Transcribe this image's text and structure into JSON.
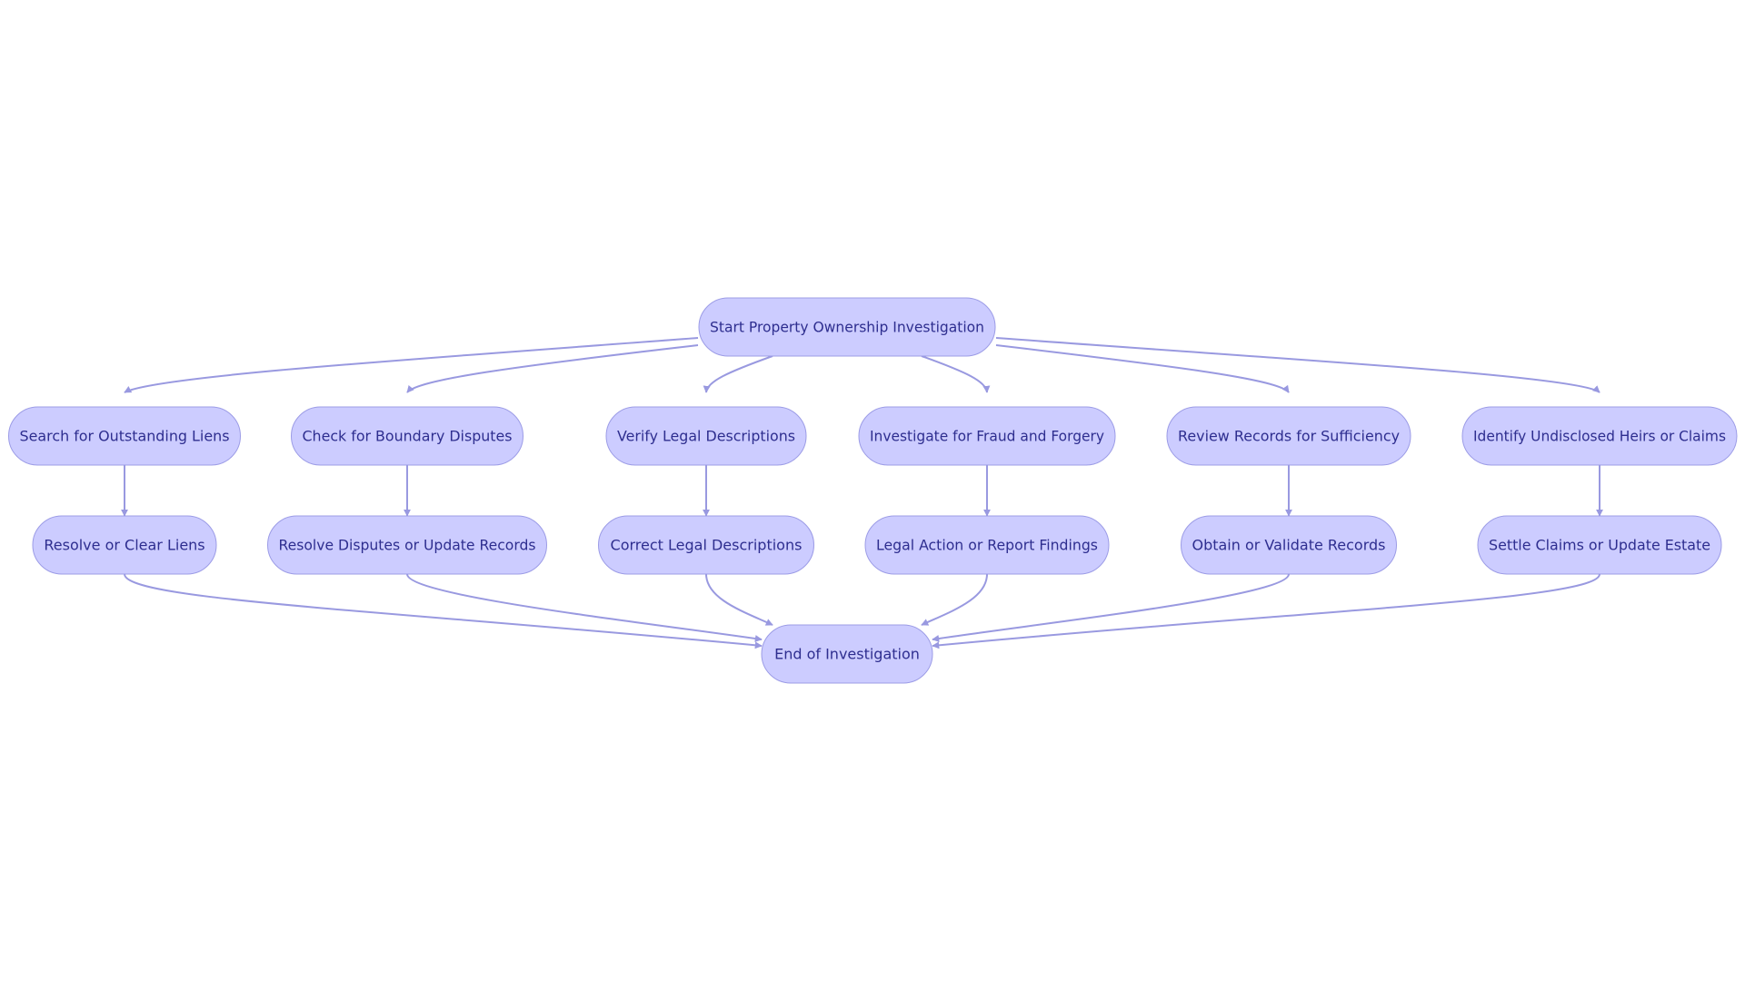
{
  "diagram": {
    "type": "flowchart",
    "colors": {
      "node_fill": "#ccccff",
      "node_stroke": "#9c9ce6",
      "edge": "#9999e0",
      "text": "#2e2e8f",
      "background": "#ffffff"
    },
    "nodes": [
      {
        "id": "start",
        "label": "Start Property Ownership Investigation"
      },
      {
        "id": "liens",
        "label": "Search for Outstanding Liens"
      },
      {
        "id": "boundary",
        "label": "Check for Boundary Disputes"
      },
      {
        "id": "legal",
        "label": "Verify Legal Descriptions"
      },
      {
        "id": "fraud",
        "label": "Investigate for Fraud and Forgery"
      },
      {
        "id": "records",
        "label": "Review Records for Sufficiency"
      },
      {
        "id": "heirs",
        "label": "Identify Undisclosed Heirs or Claims"
      },
      {
        "id": "clear_liens",
        "label": "Resolve or Clear Liens"
      },
      {
        "id": "resolve_disputes",
        "label": "Resolve Disputes or Update Records"
      },
      {
        "id": "correct_legal",
        "label": "Correct Legal Descriptions"
      },
      {
        "id": "legal_action",
        "label": "Legal Action or Report Findings"
      },
      {
        "id": "validate_records",
        "label": "Obtain or Validate Records"
      },
      {
        "id": "settle_claims",
        "label": "Settle Claims or Update Estate"
      },
      {
        "id": "end",
        "label": "End of Investigation"
      }
    ],
    "edges": [
      {
        "from": "start",
        "to": "liens"
      },
      {
        "from": "start",
        "to": "boundary"
      },
      {
        "from": "start",
        "to": "legal"
      },
      {
        "from": "start",
        "to": "fraud"
      },
      {
        "from": "start",
        "to": "records"
      },
      {
        "from": "start",
        "to": "heirs"
      },
      {
        "from": "liens",
        "to": "clear_liens"
      },
      {
        "from": "boundary",
        "to": "resolve_disputes"
      },
      {
        "from": "legal",
        "to": "correct_legal"
      },
      {
        "from": "fraud",
        "to": "legal_action"
      },
      {
        "from": "records",
        "to": "validate_records"
      },
      {
        "from": "heirs",
        "to": "settle_claims"
      },
      {
        "from": "clear_liens",
        "to": "end"
      },
      {
        "from": "resolve_disputes",
        "to": "end"
      },
      {
        "from": "correct_legal",
        "to": "end"
      },
      {
        "from": "legal_action",
        "to": "end"
      },
      {
        "from": "validate_records",
        "to": "end"
      },
      {
        "from": "settle_claims",
        "to": "end"
      }
    ]
  }
}
